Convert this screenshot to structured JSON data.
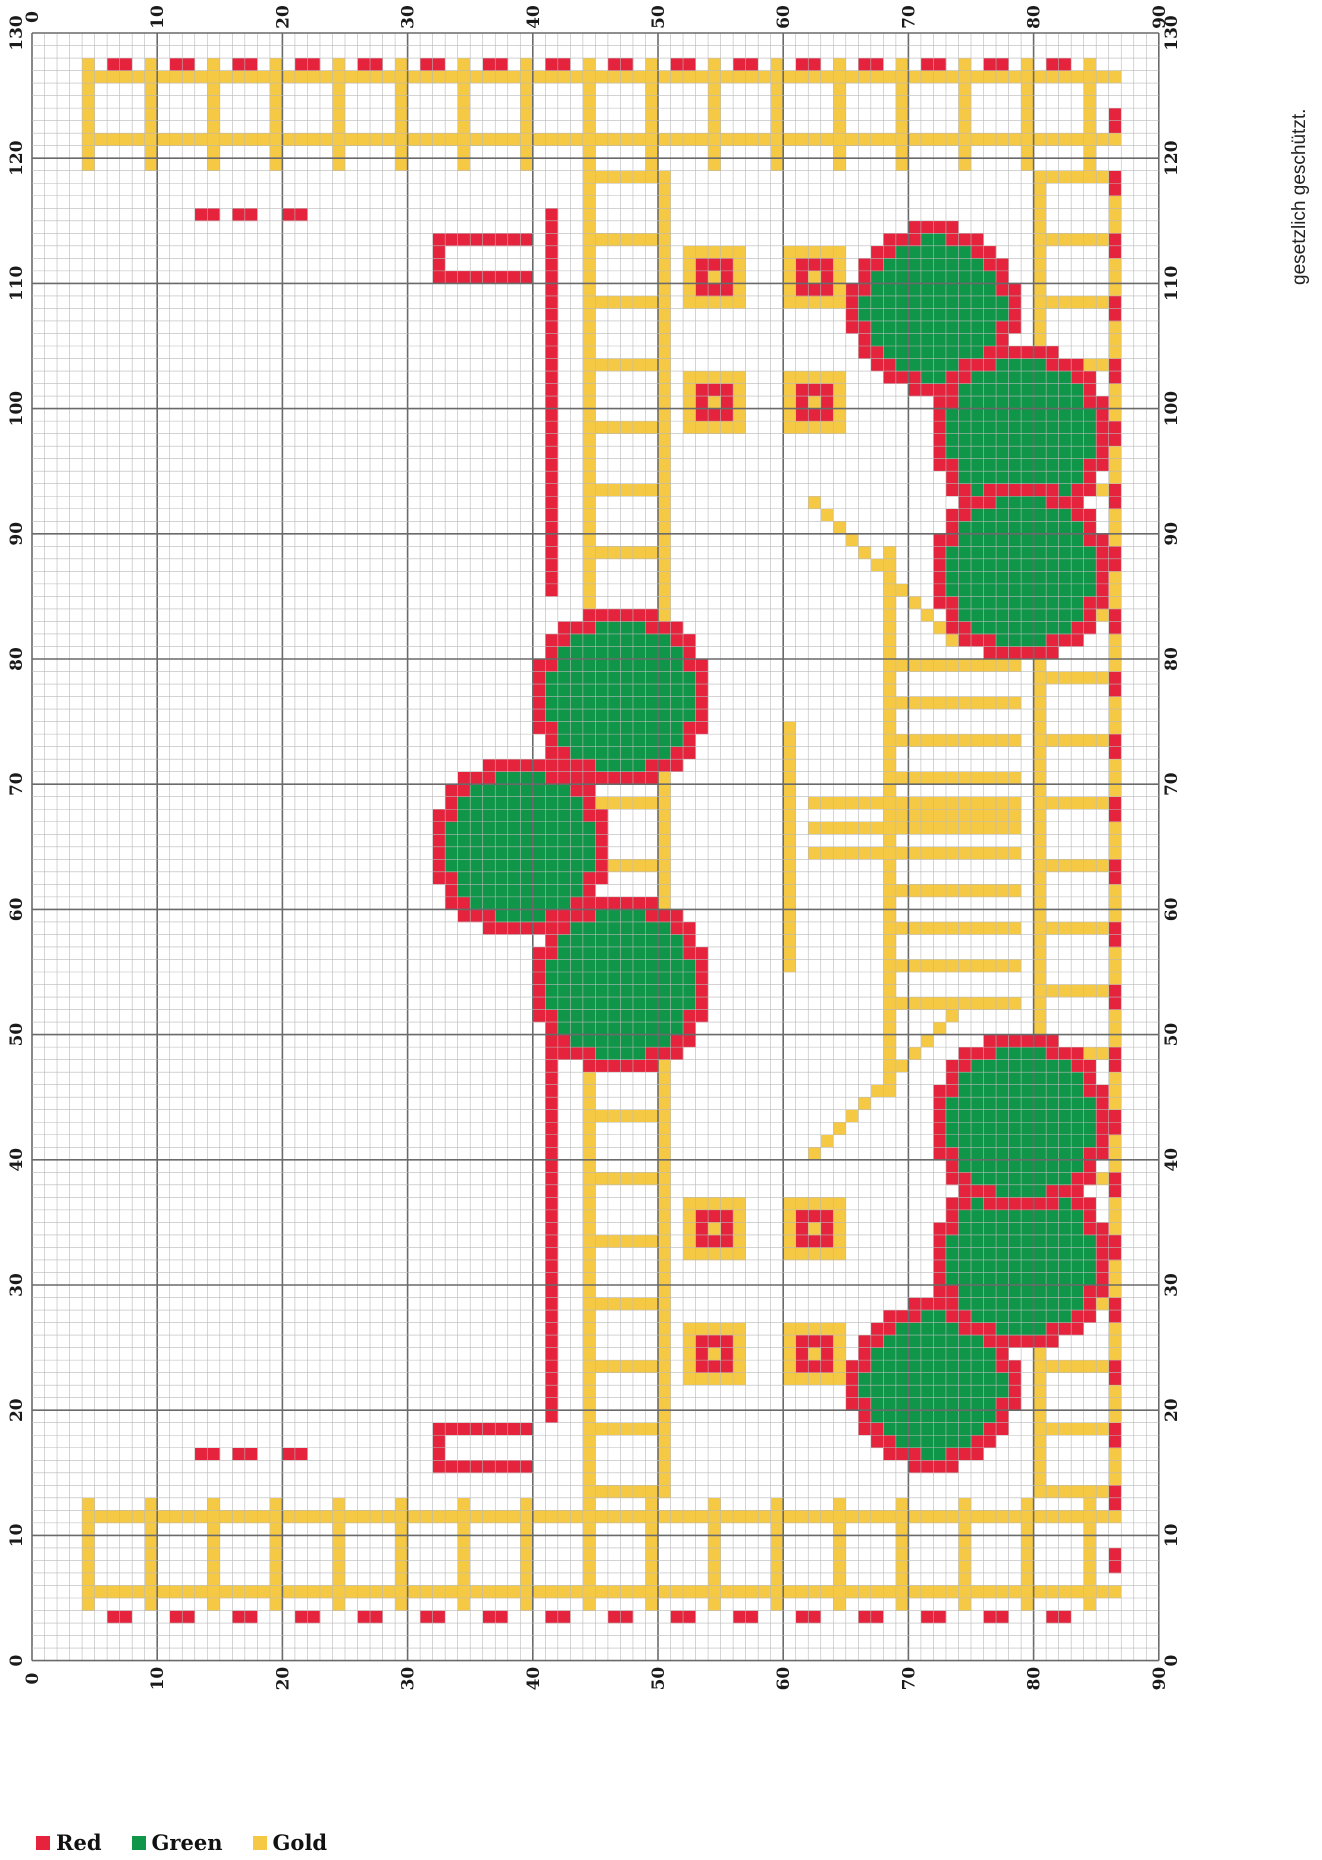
{
  "grid": {
    "columns": 90,
    "rows": 130,
    "x_ticks": [
      "0",
      "10",
      "20",
      "30",
      "40",
      "50",
      "60",
      "70",
      "80",
      "90"
    ],
    "y_ticks": [
      "0",
      "10",
      "20",
      "30",
      "40",
      "50",
      "60",
      "70",
      "80",
      "90",
      "100",
      "110",
      "120",
      "130"
    ]
  },
  "copyright_note": "gesetzlich geschützt.",
  "legend": [
    {
      "label": "Red",
      "color": "#e5233d"
    },
    {
      "label": "Green",
      "color": "#0f9648"
    },
    {
      "label": "Gold",
      "color": "#f6c944"
    }
  ],
  "colors": {
    "red": "#e5233d",
    "green": "#0f9648",
    "gold": "#f6c944",
    "grid_minor": "#b9b9b9",
    "grid_major": "#6a6a6a"
  }
}
